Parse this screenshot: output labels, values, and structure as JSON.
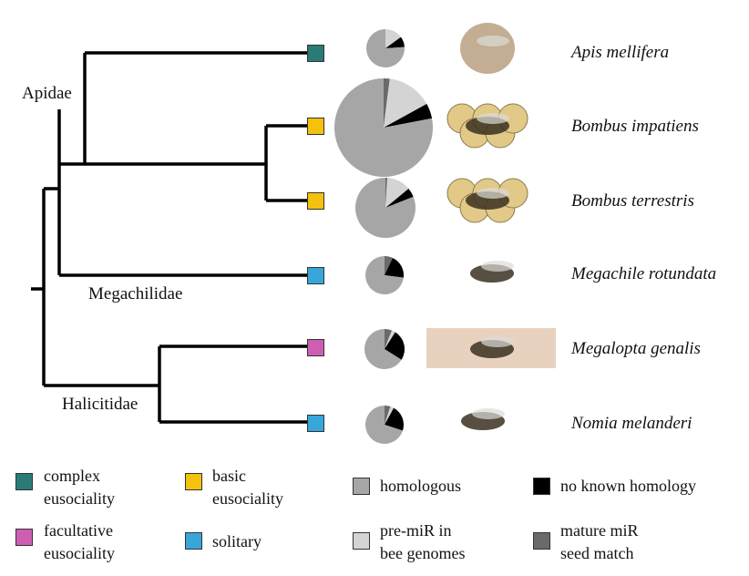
{
  "clades": {
    "apidae": "Apidae",
    "megachilidae": "Megachilidae",
    "halictidae": "Halicitidae"
  },
  "colors": {
    "complex": "#2a7b78",
    "basic": "#f4c20d",
    "solitary": "#38a6d8",
    "facultative": "#cc5fb2",
    "homologous": "#a6a6a6",
    "pre_mir": "#d4d4d4",
    "no_homology": "#000000",
    "mature": "#6a6a6a"
  },
  "species": [
    {
      "name": "Apis mellifera",
      "sociality": "complex",
      "pie": {
        "mature": 0,
        "pre_mir": 0.15,
        "no_homology": 0.09,
        "homologous": 0.76
      }
    },
    {
      "name": "Bombus impatiens",
      "sociality": "basic",
      "pie": {
        "mature": 0.02,
        "pre_mir": 0.15,
        "no_homology": 0.05,
        "homologous": 0.78
      }
    },
    {
      "name": "Bombus terrestris",
      "sociality": "basic",
      "pie": {
        "mature": 0.01,
        "pre_mir": 0.13,
        "no_homology": 0.05,
        "homologous": 0.81
      }
    },
    {
      "name": "Megachile rotundata",
      "sociality": "solitary",
      "pie": {
        "mature": 0.07,
        "pre_mir": 0,
        "no_homology": 0.2,
        "homologous": 0.73
      }
    },
    {
      "name": "Megalopta genalis",
      "sociality": "facultative",
      "pie": {
        "mature": 0.06,
        "pre_mir": 0.03,
        "no_homology": 0.25,
        "homologous": 0.66
      }
    },
    {
      "name": "Nomia melanderi",
      "sociality": "solitary",
      "pie": {
        "mature": 0.05,
        "pre_mir": 0.03,
        "no_homology": 0.22,
        "homologous": 0.7
      }
    }
  ],
  "legend": {
    "complex": [
      "complex",
      "eusociality"
    ],
    "facultative": [
      "facultative",
      "eusociality"
    ],
    "basic": [
      "basic",
      "eusociality"
    ],
    "solitary": [
      "solitary"
    ],
    "homologous": [
      "homologous"
    ],
    "pre_mir": [
      "pre-miR in",
      "bee genomes"
    ],
    "no_homology": [
      "no known homology"
    ],
    "mature": [
      "mature miR",
      "seed match"
    ]
  }
}
